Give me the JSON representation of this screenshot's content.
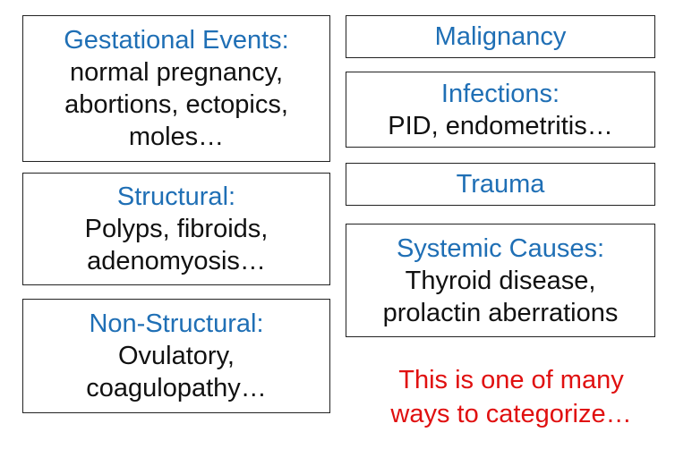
{
  "boxes": {
    "gestational": {
      "title": "Gestational Events:",
      "lines": [
        "normal pregnancy,",
        "abortions, ectopics,",
        "moles…"
      ]
    },
    "structural": {
      "title": "Structural:",
      "lines": [
        "Polyps, fibroids,",
        "adenomyosis…"
      ]
    },
    "non_structural": {
      "title": "Non-Structural:",
      "lines": [
        "Ovulatory,",
        "coagulopathy…"
      ]
    },
    "malignancy": {
      "title": "Malignancy"
    },
    "infections": {
      "title": "Infections:",
      "lines": [
        "PID, endometritis…"
      ]
    },
    "trauma": {
      "title": "Trauma"
    },
    "systemic": {
      "title": "Systemic Causes:",
      "lines": [
        "Thyroid disease,",
        "prolactin aberrations"
      ]
    }
  },
  "note": {
    "lines": [
      "This is one of many",
      "ways to categorize…"
    ]
  },
  "colors": {
    "title": "#1f6fb5",
    "body": "#111111",
    "note": "#e01010",
    "border": "#222222"
  }
}
